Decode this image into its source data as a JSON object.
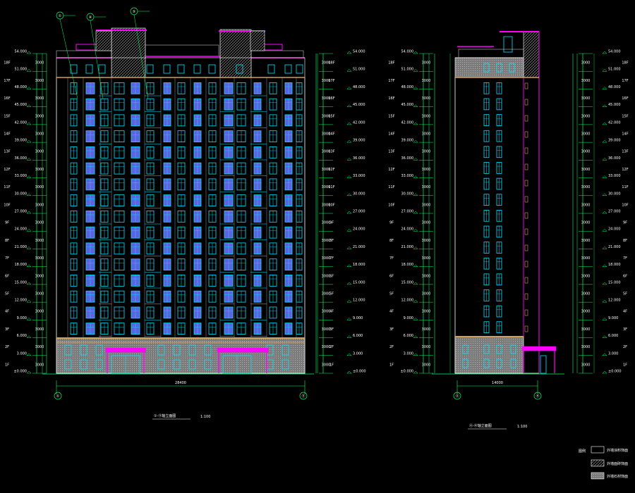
{
  "drawing": {
    "background": "#000000",
    "colors": {
      "dimension": "#00ff66",
      "outline": "#ffffff",
      "window": "#00e5ff",
      "window_fill": "#6060e0",
      "roof": "#ff00ff",
      "parapet": "#c0c0c0",
      "column": "#d0a060",
      "wall": "#8a8a8a"
    }
  },
  "elevation_front": {
    "title": "①-⑪轴立面图",
    "scale": "1:100",
    "axis_left": "①",
    "axis_right": "⑪",
    "total_width_label": "28400",
    "top_markers": [
      "①",
      "④",
      "⑤"
    ]
  },
  "elevation_side": {
    "title": "Ⓐ-Ⓗ轴立面图",
    "scale": "1:100",
    "axis_left": "Ⓐ",
    "axis_right": "Ⓗ",
    "total_width_label": "14000"
  },
  "floor_labels": [
    "1F",
    "2F",
    "3F",
    "4F",
    "5F",
    "6F",
    "7F",
    "8F",
    "9F",
    "10F",
    "11F",
    "12F",
    "13F",
    "14F",
    "15F",
    "16F",
    "17F",
    "18F"
  ],
  "elevation_labels": [
    "±0.000",
    "3.000",
    "6.000",
    "9.000",
    "12.000",
    "15.000",
    "18.000",
    "21.000",
    "24.000",
    "27.000",
    "30.000",
    "33.000",
    "36.000",
    "39.000",
    "42.000",
    "45.000",
    "48.000",
    "51.000",
    "54.000"
  ],
  "legend": {
    "heading": "图例",
    "items": [
      {
        "label": "外墙涂料饰面",
        "pattern": "plain"
      },
      {
        "label": "外墙面砖饰面",
        "pattern": "hatch"
      },
      {
        "label": "外墙石材饰面",
        "pattern": "stone"
      }
    ]
  }
}
